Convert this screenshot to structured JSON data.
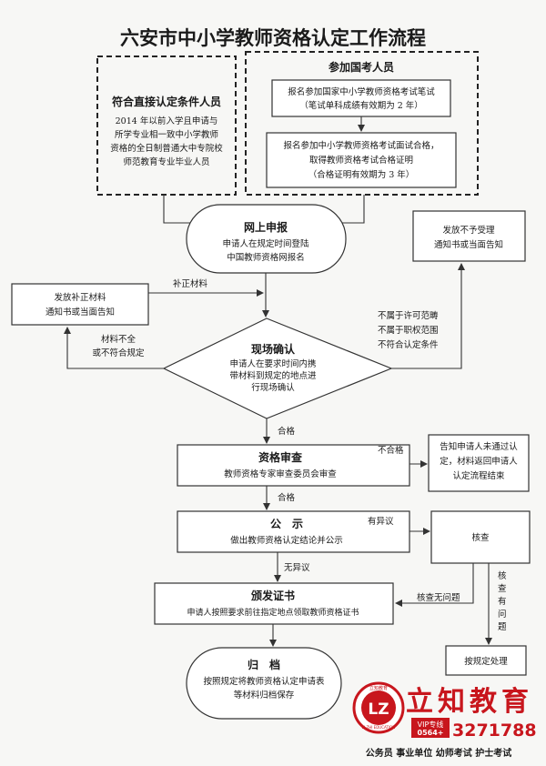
{
  "title": "六安市中小学教师资格认定工作流程",
  "direct": {
    "heading": "符合直接认定条件人员",
    "lines": [
      "2014 年以前入学且申请与",
      "所学专业相一致中小学教师",
      "资格的全日制普通大中专院校",
      "师范教育专业毕业人员"
    ]
  },
  "exam": {
    "heading": "参加国考人员",
    "box1": [
      "报名参加国家中小学教师资格考试笔试",
      "（笔试单科成绩有效期为 2 年）"
    ],
    "box2": [
      "报名参加中小学教师资格考试面试合格，",
      "取得教师资格考试合格证明",
      "（合格证明有效期为 3 年）"
    ]
  },
  "online": {
    "heading": "网上申报",
    "lines": [
      "申请人在规定时间登陆",
      "中国教师资格网报名"
    ]
  },
  "reject": {
    "lines": [
      "发放不予受理",
      "通知书或当面告知"
    ]
  },
  "supplement": {
    "lines": [
      "发放补正材料",
      "通知书或当面告知"
    ]
  },
  "onsite": {
    "heading": "现场确认",
    "lines": [
      "申请人在要求时间内携",
      "带材料到规定的地点进",
      "行现场确认"
    ]
  },
  "review": {
    "heading": "资格审查",
    "lines": [
      "教师资格专家审查委员会审查"
    ]
  },
  "fail_notice": {
    "lines": [
      "告知申请人未通过认",
      "定，材料返回申请人",
      "认定流程结束"
    ]
  },
  "publicity": {
    "heading": "公　示",
    "lines": [
      "做出教师资格认定结论并公示"
    ]
  },
  "verify": {
    "label": "核查"
  },
  "issue": {
    "heading": "颁发证书",
    "lines": [
      "申请人按照要求前往指定地点领取教师资格证书"
    ]
  },
  "archive": {
    "heading": "归　档",
    "lines": [
      "按照规定将教师资格认定申请表",
      "等材料归档保存"
    ]
  },
  "handle": {
    "label": "按规定处理"
  },
  "edges": {
    "supplement_label": "补正材料",
    "incomplete": [
      "材料不全",
      "或不符合规定"
    ],
    "out_of_scope": [
      "不属于许可范畴",
      "不属于职权范围",
      "不符合认定条件"
    ],
    "pass1": "合格",
    "fail": "不合格",
    "pass2": "合格",
    "objection": "有异议",
    "no_objection": "无异议",
    "verify_ok": "核查无问题",
    "verify_problem": [
      "核",
      "查",
      "有",
      "问",
      "题"
    ]
  },
  "watermark": {
    "brand": "立知教育",
    "logo_letters": "LZ",
    "logo_ring_top": "立知教育",
    "logo_ring_bottom": "LI ZHI EDUCATION",
    "vip_label": "VIP专线",
    "area_code": "0564+",
    "phone": "3271788",
    "categories": "公务员  事业单位  幼师考试  护士考试"
  },
  "colors": {
    "accent_red": "#c8161d",
    "ink": "#1a1a1a"
  }
}
